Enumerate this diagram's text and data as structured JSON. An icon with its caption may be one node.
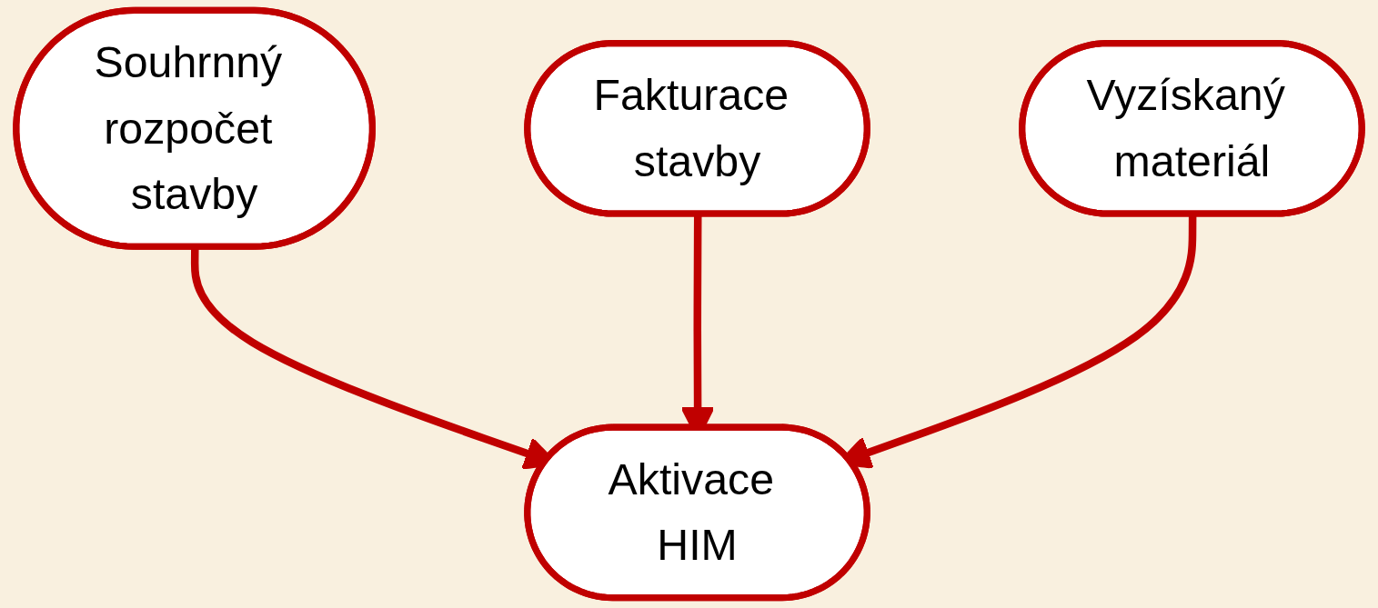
{
  "diagram": {
    "nodes": [
      {
        "text": [
          "Souhrnný rozpočet stavby"
        ]
      },
      {
        "text": [
          "Fakturace stavby"
        ]
      },
      {
        "text": [
          "Vyzískaný materiál"
        ]
      },
      {
        "text": [
          "Aktivace HIM"
        ]
      }
    ],
    "edges": [
      {
        "from": 0,
        "to": 3,
        "arrow": "to"
      },
      {
        "from": 1,
        "to": 3,
        "arrow": "to"
      },
      {
        "from": 2,
        "to": 3,
        "arrow": "to"
      }
    ]
  }
}
